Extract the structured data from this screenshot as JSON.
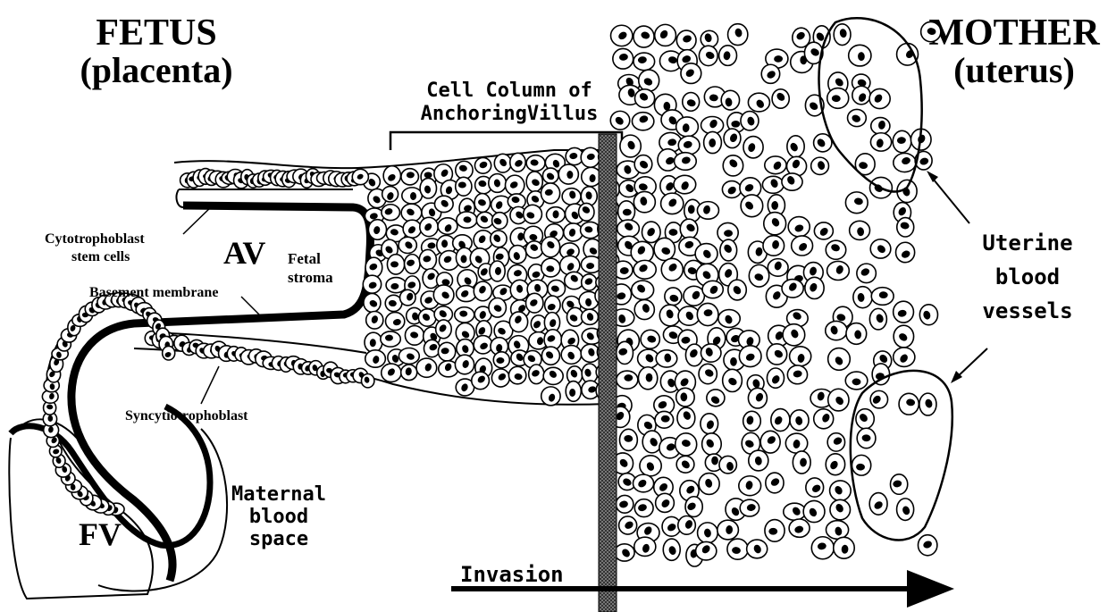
{
  "fetus": {
    "title": "FETUS",
    "subtitle": "(placenta)"
  },
  "mother": {
    "title": "MOTHER",
    "subtitle": "(uterus)"
  },
  "cell_column_label": {
    "line1": "Cell Column of",
    "line2": "AnchoringVillus"
  },
  "labels": {
    "cytotrophoblast_line1": "Cytotrophoblast",
    "cytotrophoblast_line2": "stem cells",
    "av": "AV",
    "fetal_stroma_line1": "Fetal",
    "fetal_stroma_line2": "stroma",
    "basement_membrane": "Basement membrane",
    "syncytiotrophoblast": "Syncytiotrophoblast",
    "fv": "FV",
    "maternal_line1": "Maternal",
    "maternal_line2": "blood",
    "maternal_line3": "space",
    "uterine_line1": "Uterine",
    "uterine_line2": "blood",
    "uterine_line3": "vessels",
    "invasion": "Invasion"
  },
  "colors": {
    "ink": "#000000",
    "paper": "#ffffff",
    "barrier": "#555555"
  }
}
